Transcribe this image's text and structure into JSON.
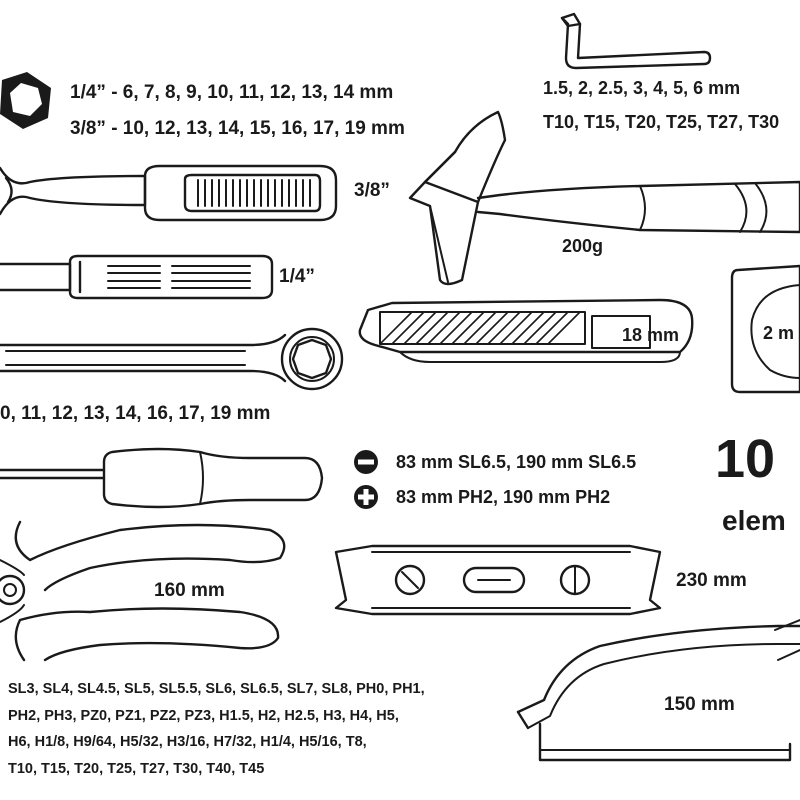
{
  "socket_sizes": {
    "line1": "1/4” - 6, 7, 8, 9, 10, 11, 12, 13, 14 mm",
    "line2": "3/8” - 10, 12, 13, 14, 15, 16, 17, 19 mm"
  },
  "ratchet_large_label": "3/8”",
  "ratchet_small_label": "1/4”",
  "wrench_sizes": "0, 11, 12, 13, 14, 16, 17, 19 mm",
  "hex_key_sizes": "1.5, 2, 2.5, 3, 4, 5, 6 mm",
  "torx_key_sizes": "T10, T15, T20, T25, T27, T30",
  "hammer_weight": "200g",
  "knife_width": "18 mm",
  "tape_length": "2 m",
  "screwdriver_slotted": "83 mm SL6.5, 190 mm SL6.5",
  "screwdriver_phillips": "83 mm PH2, 190 mm PH2",
  "element_count": "10",
  "element_word": "elem",
  "pliers_length": "160 mm",
  "level_length": "230 mm",
  "saw_length": "150 mm",
  "bits_lines": [
    "SL3, SL4, SL4.5, SL5, SL5.5, SL6, SL6.5, SL7, SL8, PH0, PH1,",
    "PH2, PH3, PZ0, PZ1, PZ2, PZ3, H1.5, H2, H2.5, H3, H4, H5,",
    "H6, H1/8, H9/64, H5/32, H3/16, H7/32, H1/4, H5/16, T8,",
    "T10, T15, T20, T25, T27, T30, T40, T45"
  ],
  "icons": [
    "hex-socket-icon",
    "minus-icon",
    "plus-icon"
  ]
}
